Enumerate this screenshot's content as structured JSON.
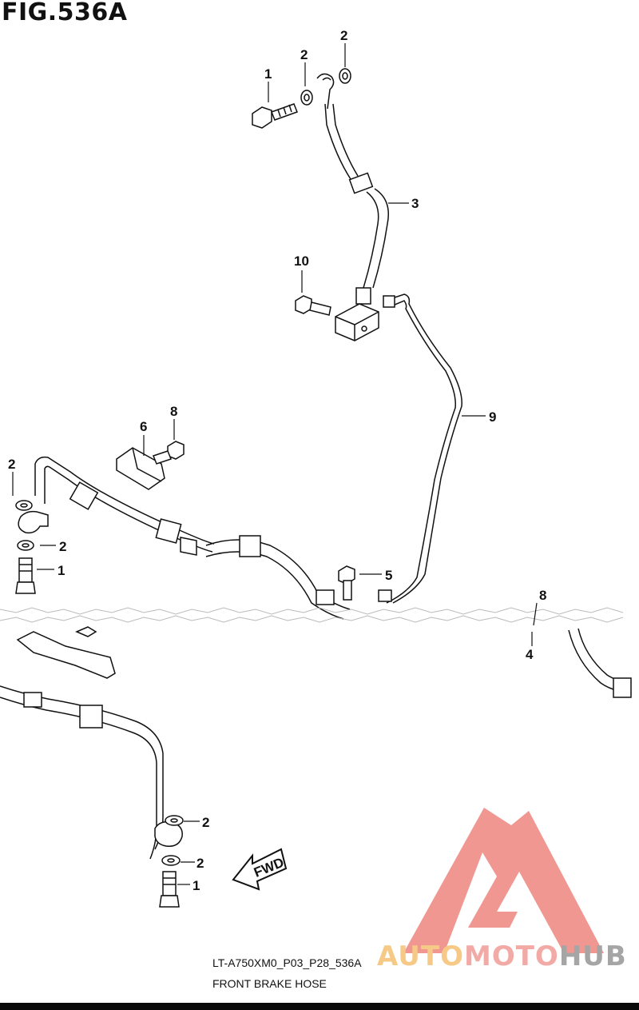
{
  "figure": {
    "title": "FIG.536A",
    "code": "LT-A750XM0_P03_P28_536A",
    "caption": "FRONT BRAKE HOSE"
  },
  "callouts": [
    "1",
    "2",
    "2",
    "3",
    "10",
    "9",
    "6",
    "8",
    "2",
    "2",
    "1",
    "5",
    "8",
    "4",
    "2",
    "2",
    "1"
  ],
  "fwd_label": "FWD",
  "watermark": {
    "part1": "AUTO",
    "part2": "MOTO",
    "part3": "HUB",
    "colors": {
      "auto": "#f6c987",
      "moto": "#f2aaa6",
      "hub": "#a5a5a5",
      "logo": "#f08c86"
    }
  }
}
